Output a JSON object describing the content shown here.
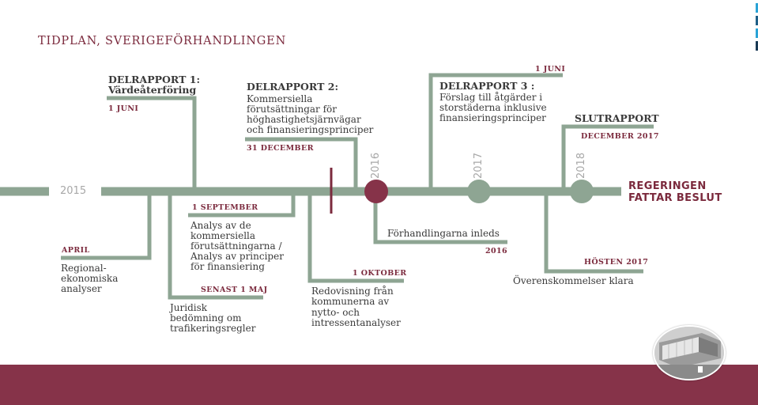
{
  "title": "TIDPLAN, SVERIGEFÖRHANDLINGEN",
  "years": {
    "y2015": "2015",
    "y2016": "2016",
    "y2017": "2017",
    "y2018": "2018"
  },
  "final": {
    "line1": "REGERINGEN",
    "line2": "FATTAR BESLUT"
  },
  "above": {
    "delrapport1": {
      "head1": "DELRAPPORT 1:",
      "head2": "Värdeåterföring",
      "date": "1 JUNI"
    },
    "delrapport2": {
      "head1": "DELRAPPORT 2:",
      "body": [
        "Kommersiella",
        "förutsättningar för",
        "höghastighetsjärnvägar",
        "och finansieringsprinciper"
      ],
      "date": "31 DECEMBER"
    },
    "delrapport3": {
      "date": "1 JUNI",
      "head1": "DELRAPPORT 3 :",
      "body": [
        "Förslag till åtgärder i",
        "storstäderna inklusive",
        "finansieringsprinciper"
      ]
    },
    "slutrapport": {
      "head1": "SLUTRAPPORT",
      "date": "DECEMBER 2017"
    }
  },
  "below": {
    "april": {
      "date": "APRIL",
      "body": [
        "Regional-",
        "ekonomiska",
        "analyser"
      ]
    },
    "sept": {
      "date": "1 SEPTEMBER",
      "body": [
        "Analys av de",
        "kommersiella",
        "förutsättningarna /",
        "Analys av principer",
        "för finansiering"
      ]
    },
    "maj": {
      "date": "SENAST 1 MAJ",
      "body": [
        "Juridisk",
        "bedömning om",
        "trafikeringsregler"
      ]
    },
    "oktober": {
      "date": "1 OKTOBER",
      "body": [
        "Redovisning från",
        "kommunerna av",
        "nytto- och",
        "intressentanalyser"
      ]
    },
    "forhandling": {
      "body": "Förhandlingarna inleds",
      "date": "2016"
    },
    "hosten": {
      "date": "HÖSTEN 2017",
      "body": "Överenskommelser klara"
    }
  },
  "colors": {
    "line": "#8ea593",
    "accent": "#7b2a3d",
    "footer": "#863349",
    "text": "#3a3a3a",
    "year": "#a8a8a8"
  },
  "icons": {
    "photo": "building-photo-icon"
  }
}
